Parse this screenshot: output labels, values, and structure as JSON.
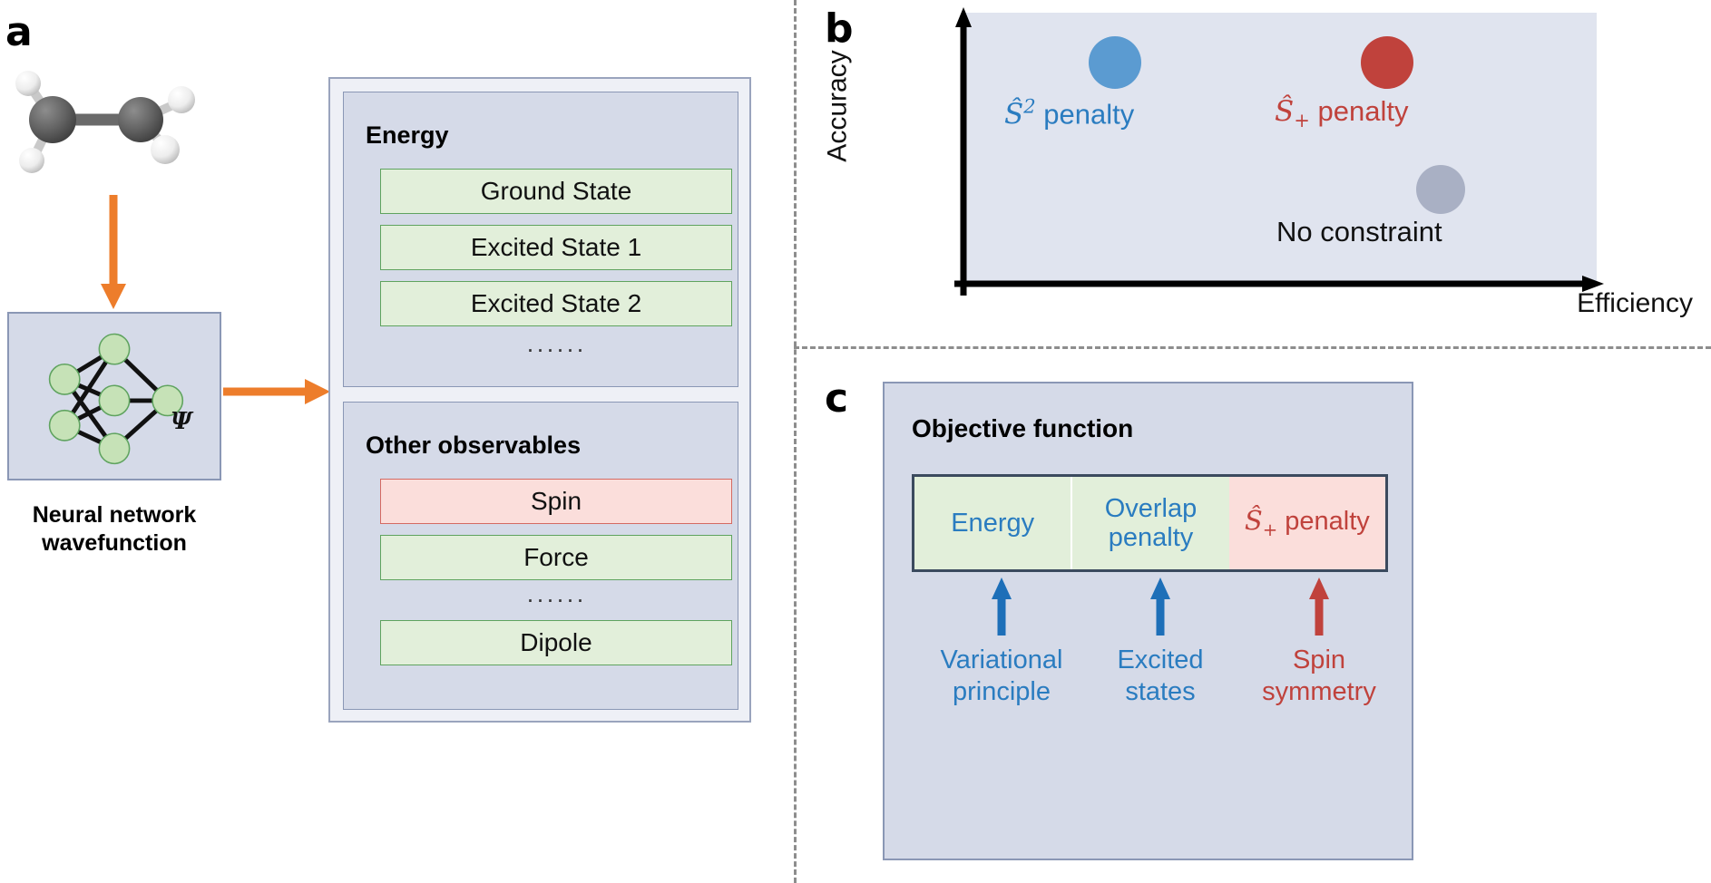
{
  "panels": {
    "a": {
      "letter": "a"
    },
    "b": {
      "letter": "b"
    },
    "c": {
      "letter": "c"
    }
  },
  "panel_a": {
    "molecule_name": "ethylene-molecule",
    "network": {
      "psi_symbol": "Ψ",
      "caption_line1": "Neural network",
      "caption_line2": "wavefunction"
    },
    "energy_group": {
      "title": "Energy",
      "rows": [
        {
          "label": "Ground State",
          "color": "green"
        },
        {
          "label": "Excited State 1",
          "color": "green"
        },
        {
          "label": "Excited State 2",
          "color": "green"
        }
      ],
      "ellipsis": "······"
    },
    "observables_group": {
      "title": "Other observables",
      "rows": [
        {
          "label": "Spin",
          "color": "pink"
        },
        {
          "label": "Force",
          "color": "green"
        }
      ],
      "ellipsis": "······",
      "last_row": {
        "label": "Dipole",
        "color": "green"
      }
    }
  },
  "chart_data": {
    "type": "scatter",
    "title": "",
    "xlabel": "Efficiency",
    "ylabel": "Accuracy",
    "xlim": [
      0,
      1
    ],
    "ylim": [
      0,
      1
    ],
    "grid": false,
    "legend": "inline-annotations",
    "points": [
      {
        "label": "S^2 penalty",
        "label_html": "penalty",
        "symbol_main": "S",
        "symbol_script": "2",
        "script_type": "sup",
        "x": 0.27,
        "y": 0.82,
        "color": "#5b9bd1",
        "radius_px": 29
      },
      {
        "label": "S+ penalty",
        "label_html": "penalty",
        "symbol_main": "S",
        "symbol_script": "+",
        "script_type": "sub",
        "x": 0.7,
        "y": 0.82,
        "color": "#c0423c",
        "radius_px": 29
      },
      {
        "label": "No constraint",
        "label_html": "No constraint",
        "symbol_main": "",
        "symbol_script": "",
        "script_type": "none",
        "x": 0.77,
        "y": 0.37,
        "color": "#a9b0c4",
        "radius_px": 27
      }
    ]
  },
  "panel_c": {
    "title": "Objective function",
    "segments": [
      {
        "label": "Energy",
        "label2": "",
        "color": "green"
      },
      {
        "label": "Overlap",
        "label2": "penalty",
        "color": "green"
      },
      {
        "label": "penalty",
        "label2": "",
        "symbol_main": "S",
        "symbol_script": "+",
        "color": "pink"
      }
    ],
    "legends": [
      {
        "line1": "Variational",
        "line2": "principle",
        "color": "blue"
      },
      {
        "line1": "Excited",
        "line2": "states",
        "color": "blue"
      },
      {
        "line1": "Spin",
        "line2": "symmetry",
        "color": "red"
      }
    ]
  },
  "colors": {
    "blue": "#2a7cc0",
    "red": "#c0423c",
    "orange": "#ed7d2b",
    "panel_bg": "#d5dae8",
    "plot_bg": "#e0e4ef",
    "green_row": "#e2efda",
    "pink_row": "#fbdedb"
  }
}
